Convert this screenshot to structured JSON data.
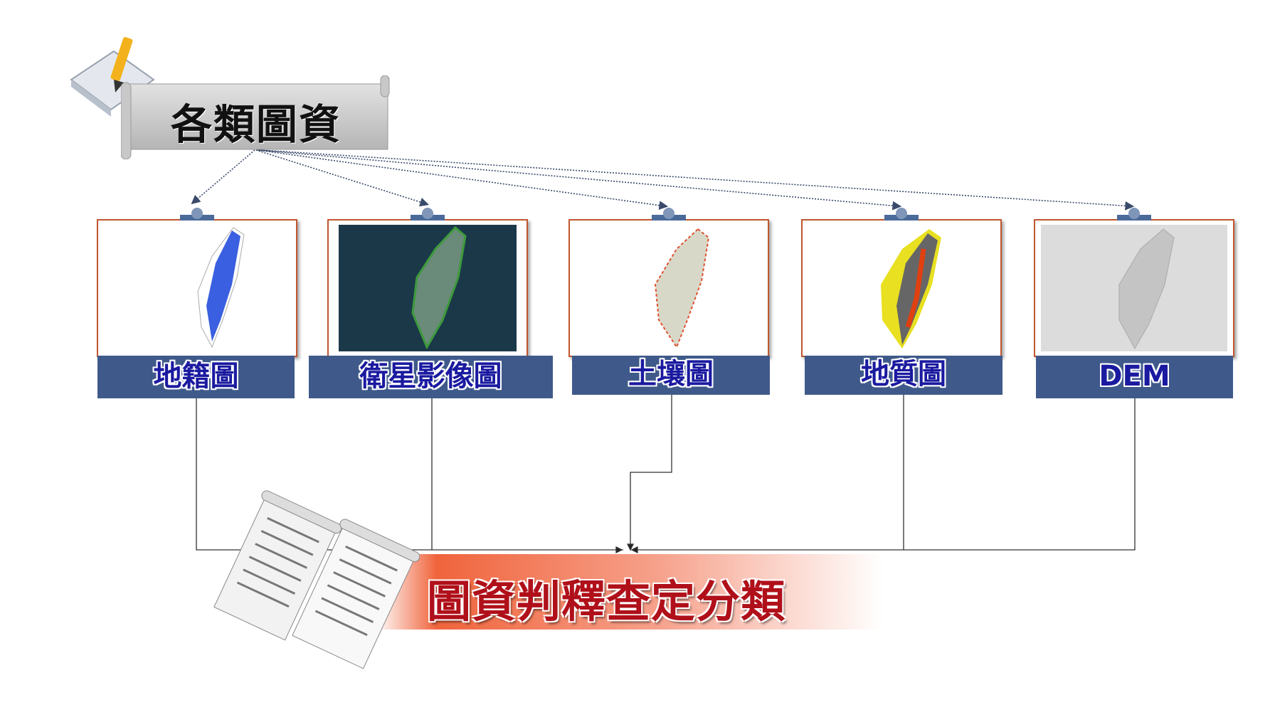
{
  "title": "各類圖資",
  "sources": [
    {
      "label": "地籍圖",
      "map": "cadastral-map",
      "bg": "#ffffff",
      "fill": "#3a5fe0"
    },
    {
      "label": "衛星影像圖",
      "map": "satellite-image-map",
      "bg": "#1b3848",
      "fill": "#3c9a3c"
    },
    {
      "label": "土壤圖",
      "map": "soil-map",
      "bg": "#ffffff",
      "fill": "#d8c8b8"
    },
    {
      "label": "地質圖",
      "map": "geology-map",
      "bg": "#ffffff",
      "fill": "#e8e020"
    },
    {
      "label": "DEM",
      "map": "dem-map",
      "bg": "#dcdcdc",
      "fill": "#c4c4c4"
    }
  ],
  "result": "圖資判釋查定分類",
  "colors": {
    "label_bg": "#3f5a8a",
    "frame_border": "#c0562e",
    "result_text": "#b0101a"
  }
}
